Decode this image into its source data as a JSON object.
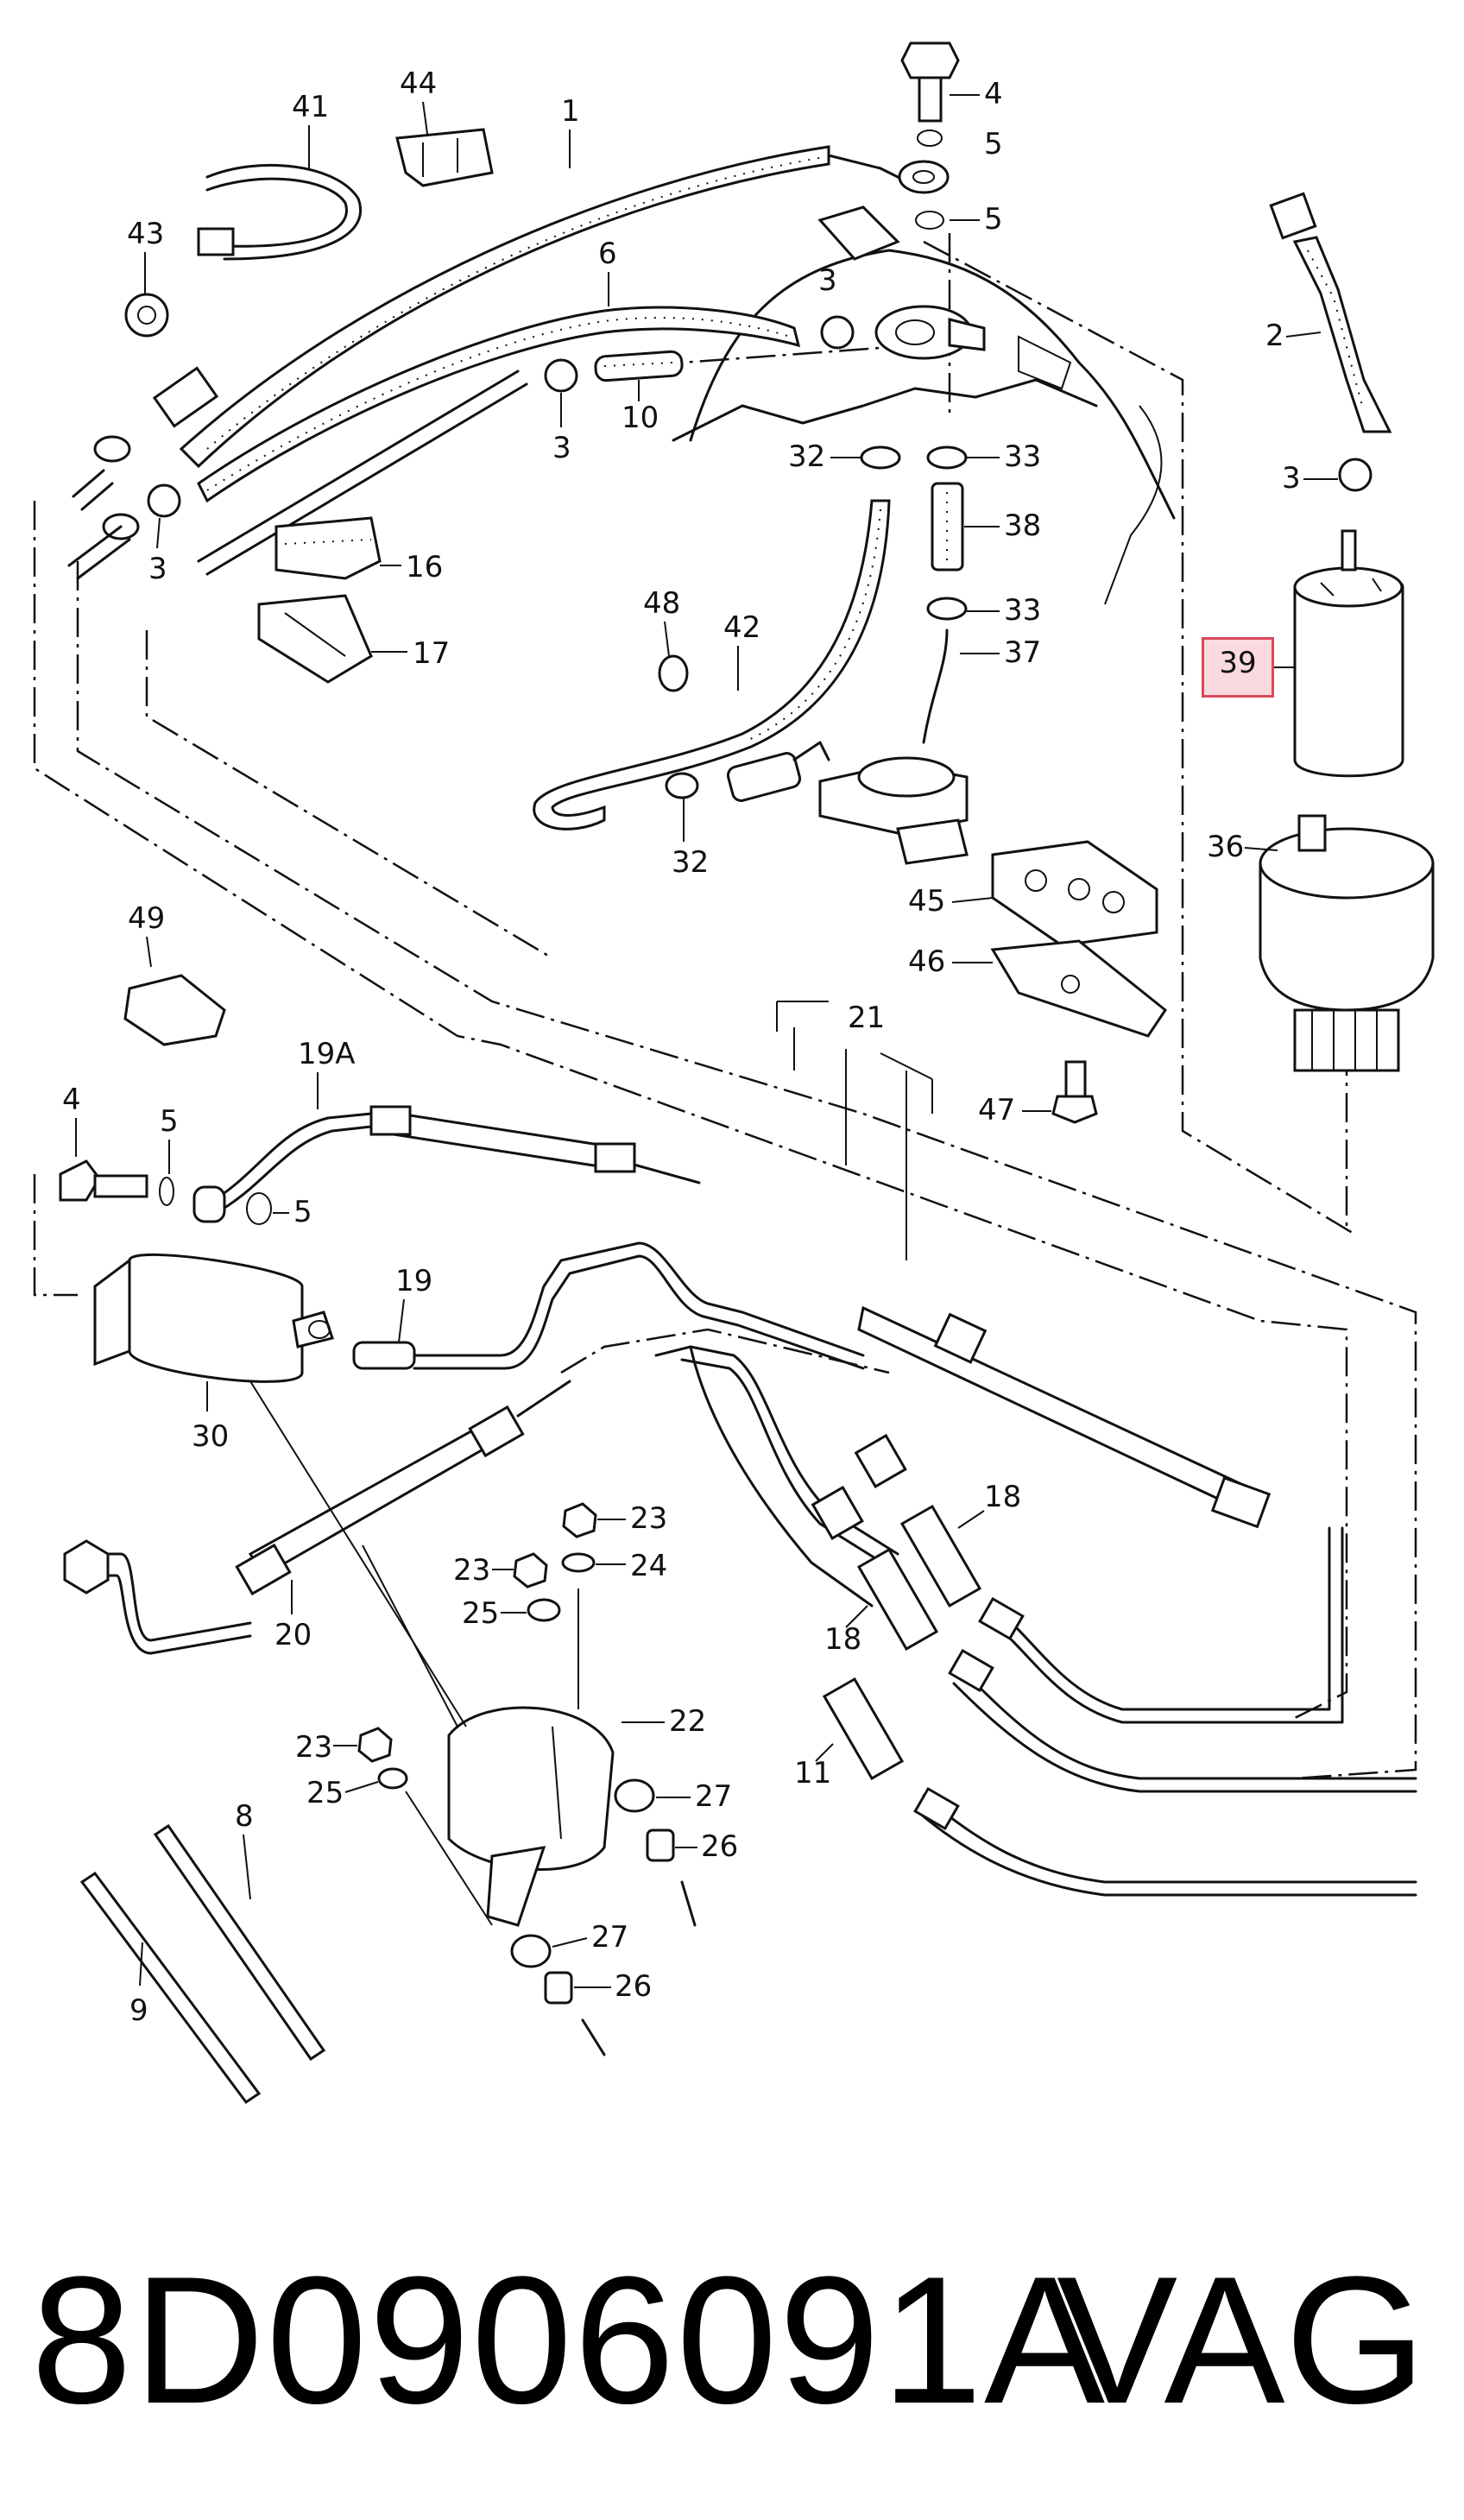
{
  "diagram": {
    "labels": [
      "1",
      "2",
      "3",
      "3",
      "3",
      "3",
      "4",
      "4",
      "5",
      "5",
      "5",
      "5",
      "6",
      "8",
      "9",
      "10",
      "11",
      "16",
      "17",
      "18",
      "18",
      "19",
      "19A",
      "20",
      "21",
      "22",
      "23",
      "23",
      "23",
      "24",
      "25",
      "25",
      "26",
      "26",
      "27",
      "27",
      "30",
      "32",
      "32",
      "33",
      "33",
      "36",
      "37",
      "38",
      "39",
      "41",
      "42",
      "44",
      "45",
      "46",
      "47",
      "48",
      "49",
      "43"
    ],
    "highlighted_part": "39"
  },
  "footer": {
    "part_number": "8D0906091A",
    "brand": "VAG"
  },
  "colors": {
    "line": "#111111",
    "highlight_border": "#d94a5c",
    "highlight_fill": "#f096a0"
  }
}
